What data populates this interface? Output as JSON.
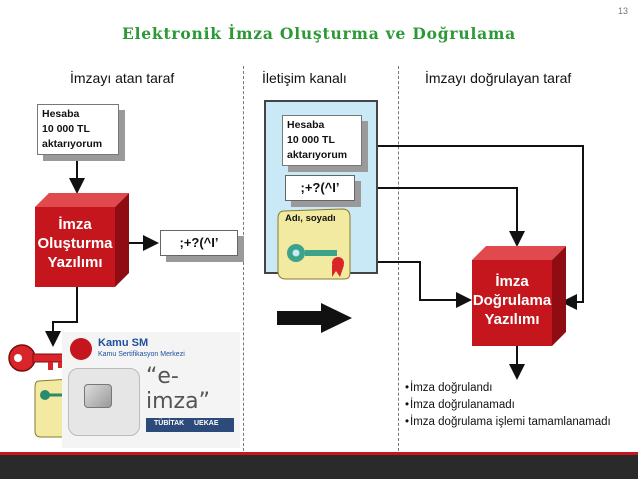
{
  "slide_number": "13",
  "title": "Elektronik İmza Oluşturma ve Doğrulama",
  "columns": {
    "signer": "İmzayı atan taraf",
    "channel": "İletişim kanalı",
    "verifier": "İmzayı doğrulayan taraf"
  },
  "message_lines": [
    "Hesaba",
    "10 000 TL",
    "aktarıyorum"
  ],
  "signature_text": ";+?(^I’",
  "certificate_name": "Adı, soyadı",
  "signing_software": [
    "İmza",
    "Oluşturma",
    "Yazılımı"
  ],
  "verification_software": [
    "İmza",
    "Doğrulama",
    "Yazılımı"
  ],
  "card": {
    "brand": "Kamu SM",
    "subtitle": "Kamu Sertifikasyon Merkezi",
    "label": "“e-imza”",
    "org1": "TÜBİTAK",
    "org2": "UEKAE"
  },
  "results": [
    "İmza doğrulandı",
    "İmza doğrulanamadı",
    "İmza doğrulama işlemi tamamlanamadı"
  ],
  "colors": {
    "title": "#2b9a36",
    "process": "#c4161c",
    "channel_bg": "#c9e9f7",
    "key": "#d9252a",
    "scroll": "#f3eaa2",
    "footer": "#2a2a2a"
  }
}
